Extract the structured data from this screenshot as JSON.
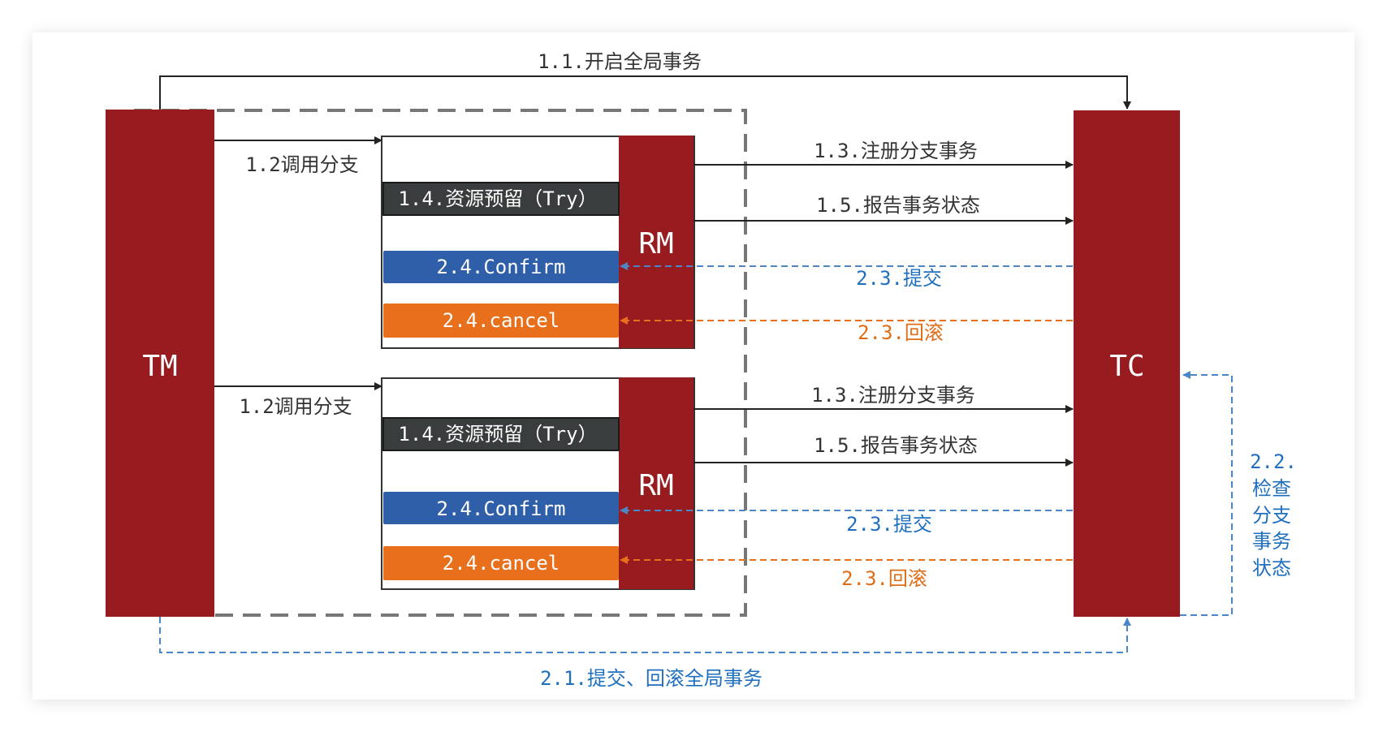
{
  "colors": {
    "red": "#981b20",
    "dark": "#333333",
    "blue": "#2f5fa8",
    "blue_line": "#4a86c8",
    "blue_text": "#1f6fbf",
    "orange": "#e86f1c",
    "orange_text": "#e06c16",
    "try_bg": "#3a3d3d",
    "dashed_gray": "#777777"
  },
  "nodes": {
    "tm": "TM",
    "tc": "TC",
    "rm_top": "RM",
    "rm_bottom": "RM"
  },
  "edges": {
    "begin_global": "1.1.开启全局事务",
    "call_branch_top": "1.2调用分支",
    "call_branch_bottom": "1.2调用分支",
    "register_top": "1.3.注册分支事务",
    "report_top": "1.5.报告事务状态",
    "commit_top": "2.3.提交",
    "rollback_top": "2.3.回滚",
    "register_bottom": "1.3.注册分支事务",
    "report_bottom": "1.5.报告事务状态",
    "commit_bottom": "2.3.提交",
    "rollback_bottom": "2.3.回滚",
    "global_commit_rollback": "2.1.提交、回滚全局事务",
    "check_status_lines": [
      "2.2.",
      "检查",
      "分支",
      "事务",
      "状态"
    ]
  },
  "branches": {
    "top": {
      "try": "1.4.资源预留（Try）",
      "confirm": "2.4.Confirm",
      "cancel": "2.4.cancel"
    },
    "bottom": {
      "try": "1.4.资源预留（Try）",
      "confirm": "2.4.Confirm",
      "cancel": "2.4.cancel"
    }
  }
}
